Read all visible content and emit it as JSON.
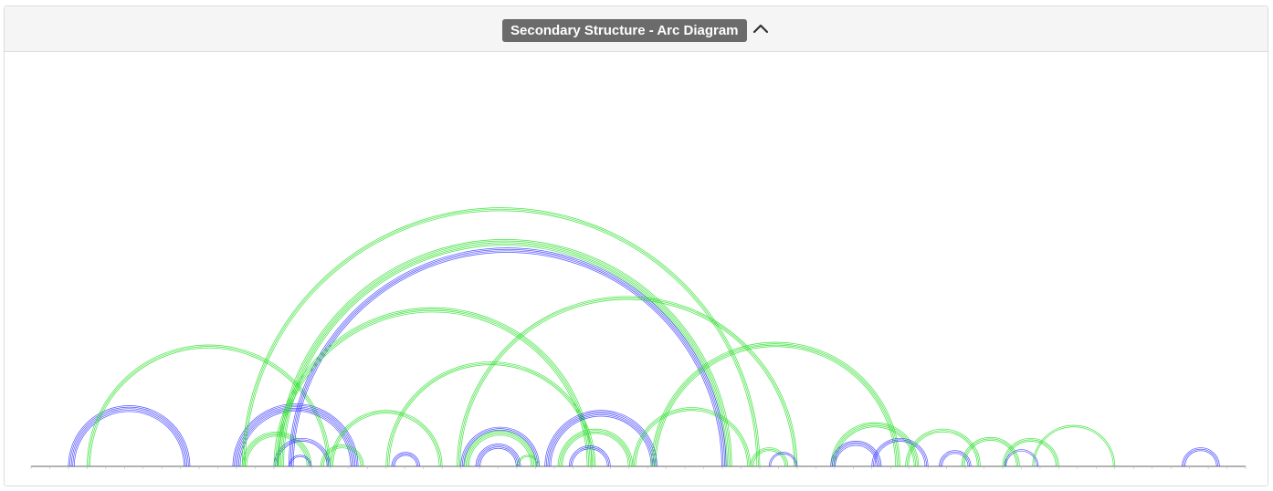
{
  "panel": {
    "title": "Secondary Structure - Arc Diagram",
    "collapse_icon": "chevron-up-icon"
  },
  "colors": {
    "header_bg": "#f5f5f5",
    "badge_bg": "#6b6b6b",
    "badge_text": "#ffffff",
    "arc_blue": "#3333ff",
    "arc_green": "#22dd22",
    "axis": "#999999"
  },
  "diagram": {
    "sequence_length": 650,
    "arcs": [
      {
        "start": 20,
        "end": 85,
        "color": "blue",
        "count": 5
      },
      {
        "start": 30,
        "end": 160,
        "color": "green",
        "count": 3
      },
      {
        "start": 108,
        "end": 175,
        "color": "blue",
        "count": 6
      },
      {
        "start": 113,
        "end": 150,
        "color": "green",
        "count": 4
      },
      {
        "start": 130,
        "end": 160,
        "color": "blue",
        "count": 3
      },
      {
        "start": 138,
        "end": 150,
        "color": "blue",
        "count": 2
      },
      {
        "start": 113,
        "end": 390,
        "color": "green",
        "count": 3
      },
      {
        "start": 132,
        "end": 375,
        "color": "green",
        "count": 5
      },
      {
        "start": 138,
        "end": 372,
        "color": "blue",
        "count": 4
      },
      {
        "start": 130,
        "end": 300,
        "color": "green",
        "count": 4
      },
      {
        "start": 160,
        "end": 220,
        "color": "green",
        "count": 3
      },
      {
        "start": 155,
        "end": 178,
        "color": "green",
        "count": 3
      },
      {
        "start": 190,
        "end": 302,
        "color": "green",
        "count": 3
      },
      {
        "start": 193,
        "end": 208,
        "color": "blue",
        "count": 3
      },
      {
        "start": 228,
        "end": 410,
        "color": "green",
        "count": 3
      },
      {
        "start": 230,
        "end": 272,
        "color": "blue",
        "count": 3
      },
      {
        "start": 232,
        "end": 270,
        "color": "green",
        "count": 4
      },
      {
        "start": 238,
        "end": 262,
        "color": "blue",
        "count": 4
      },
      {
        "start": 260,
        "end": 272,
        "color": "green",
        "count": 2
      },
      {
        "start": 275,
        "end": 335,
        "color": "blue",
        "count": 5
      },
      {
        "start": 282,
        "end": 322,
        "color": "green",
        "count": 4
      },
      {
        "start": 288,
        "end": 310,
        "color": "blue",
        "count": 3
      },
      {
        "start": 322,
        "end": 385,
        "color": "green",
        "count": 3
      },
      {
        "start": 332,
        "end": 465,
        "color": "green",
        "count": 4
      },
      {
        "start": 385,
        "end": 405,
        "color": "green",
        "count": 3
      },
      {
        "start": 395,
        "end": 410,
        "color": "blue",
        "count": 2
      },
      {
        "start": 428,
        "end": 475,
        "color": "green",
        "count": 4
      },
      {
        "start": 428,
        "end": 455,
        "color": "blue",
        "count": 4
      },
      {
        "start": 450,
        "end": 480,
        "color": "blue",
        "count": 3
      },
      {
        "start": 468,
        "end": 508,
        "color": "green",
        "count": 3
      },
      {
        "start": 520,
        "end": 550,
        "color": "green",
        "count": 3
      },
      {
        "start": 486,
        "end": 503,
        "color": "blue",
        "count": 3
      },
      {
        "start": 521,
        "end": 539,
        "color": "blue",
        "count": 2
      },
      {
        "start": 498,
        "end": 529,
        "color": "green",
        "count": 3
      },
      {
        "start": 536,
        "end": 580,
        "color": "green",
        "count": 2
      },
      {
        "start": 616,
        "end": 636,
        "color": "blue",
        "count": 3
      }
    ]
  }
}
